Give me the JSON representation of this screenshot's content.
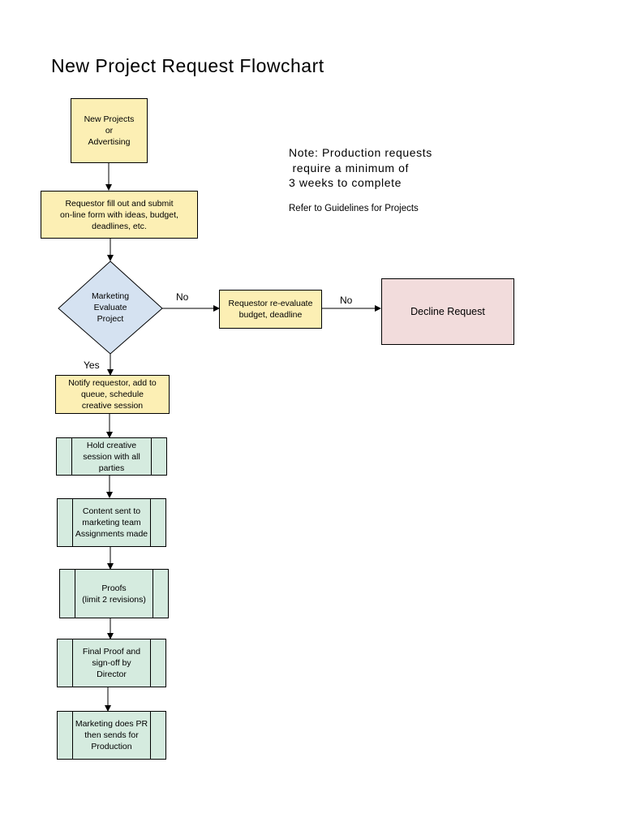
{
  "title": "New Project Request Flowchart",
  "note": {
    "text": "Note: Production requests\n require a minimum of\n3 weeks to complete",
    "reference": "Refer to Guidelines for Projects"
  },
  "nodes": {
    "start": "New Projects\nor\nAdvertising",
    "submit_form": "Requestor fill out and submit\non-line form with ideas, budget,\ndeadlines, etc.",
    "evaluate": "Marketing\nEvaluate\nProject",
    "reevaluate": "Requestor re-evaluate\nbudget, deadline",
    "decline": "Decline Request",
    "notify": "Notify requestor, add to\nqueue, schedule\ncreative session",
    "creative_session": "Hold creative\nsession  with all\nparties",
    "content_sent": "Content sent to\nmarketing team\nAssignments made",
    "proofs": "Proofs\n(limit 2 revisions)",
    "final_proof": "Final Proof and\nsign-off by\nDirector",
    "pr_production": "Marketing does PR\nthen sends for\nProduction"
  },
  "edge_labels": {
    "evaluate_no": "No",
    "reevaluate_no": "No",
    "evaluate_yes": "Yes"
  },
  "colors": {
    "process_fill": "#fcefb4",
    "decision_fill": "#d5e2f1",
    "decline_fill": "#f2dcdc",
    "predefined_fill": "#d5ebdf",
    "line": "#000000"
  }
}
